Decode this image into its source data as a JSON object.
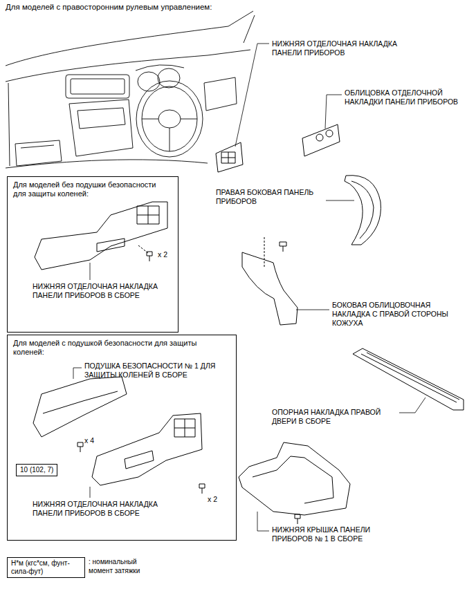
{
  "diagram": {
    "title": "Для моделей с правосторонним рулевым управлением:",
    "nodes": [
      {
        "text": [
          "Для моделей без подушки безопасности для защиты коленей:"
        ]
      },
      {
        "text": [
          "Для моделей с подушкой безопасности для защиты коленей:"
        ]
      },
      {
        "text": [
          "10 (102, 7)"
        ],
        "in": 1
      },
      {
        "text": [
          "Н*м (кгс*см, фунт-сила-фут)"
        ]
      }
    ],
    "labels": [
      "НИЖНЯЯ ОТДЕЛОЧНАЯ НАКЛАДКА ПАНЕЛИ ПРИБОРОВ",
      "ОБЛИЦОВКА ОТДЕЛОЧНОЙ НАКЛАДКИ ПАНЕЛИ ПРИБОРОВ",
      "ПРАВАЯ БОКОВАЯ ПАНЕЛЬ ПРИБОРОВ",
      "x 2",
      "НИЖНЯЯ ОТДЕЛОЧНАЯ НАКЛАДКА ПАНЕЛИ ПРИБОРОВ В СБОРЕ",
      "БОКОВАЯ ОБЛИЦОВОЧНАЯ НАКЛАДКА С ПРАВОЙ СТОРОНЫ КОЖУХА",
      "ПОДУШКА БЕЗОПАСНОСТИ № 1 ДЛЯ ЗАЩИТЫ КОЛЕНЕЙ В СБОРЕ",
      "x 4",
      "x 2",
      "НИЖНЯЯ ОТДЕЛОЧНАЯ НАКЛАДКА ПАНЕЛИ ПРИБОРОВ В СБОРЕ",
      "ОПОРНАЯ НАКЛАДКА ПРАВОЙ ДВЕРИ В СБОРЕ",
      "НИЖНЯЯ КРЫШКА ПАНЕЛИ ПРИБОРОВ № 1 В СБОРЕ",
      ": номинальный момент затяжки"
    ]
  }
}
